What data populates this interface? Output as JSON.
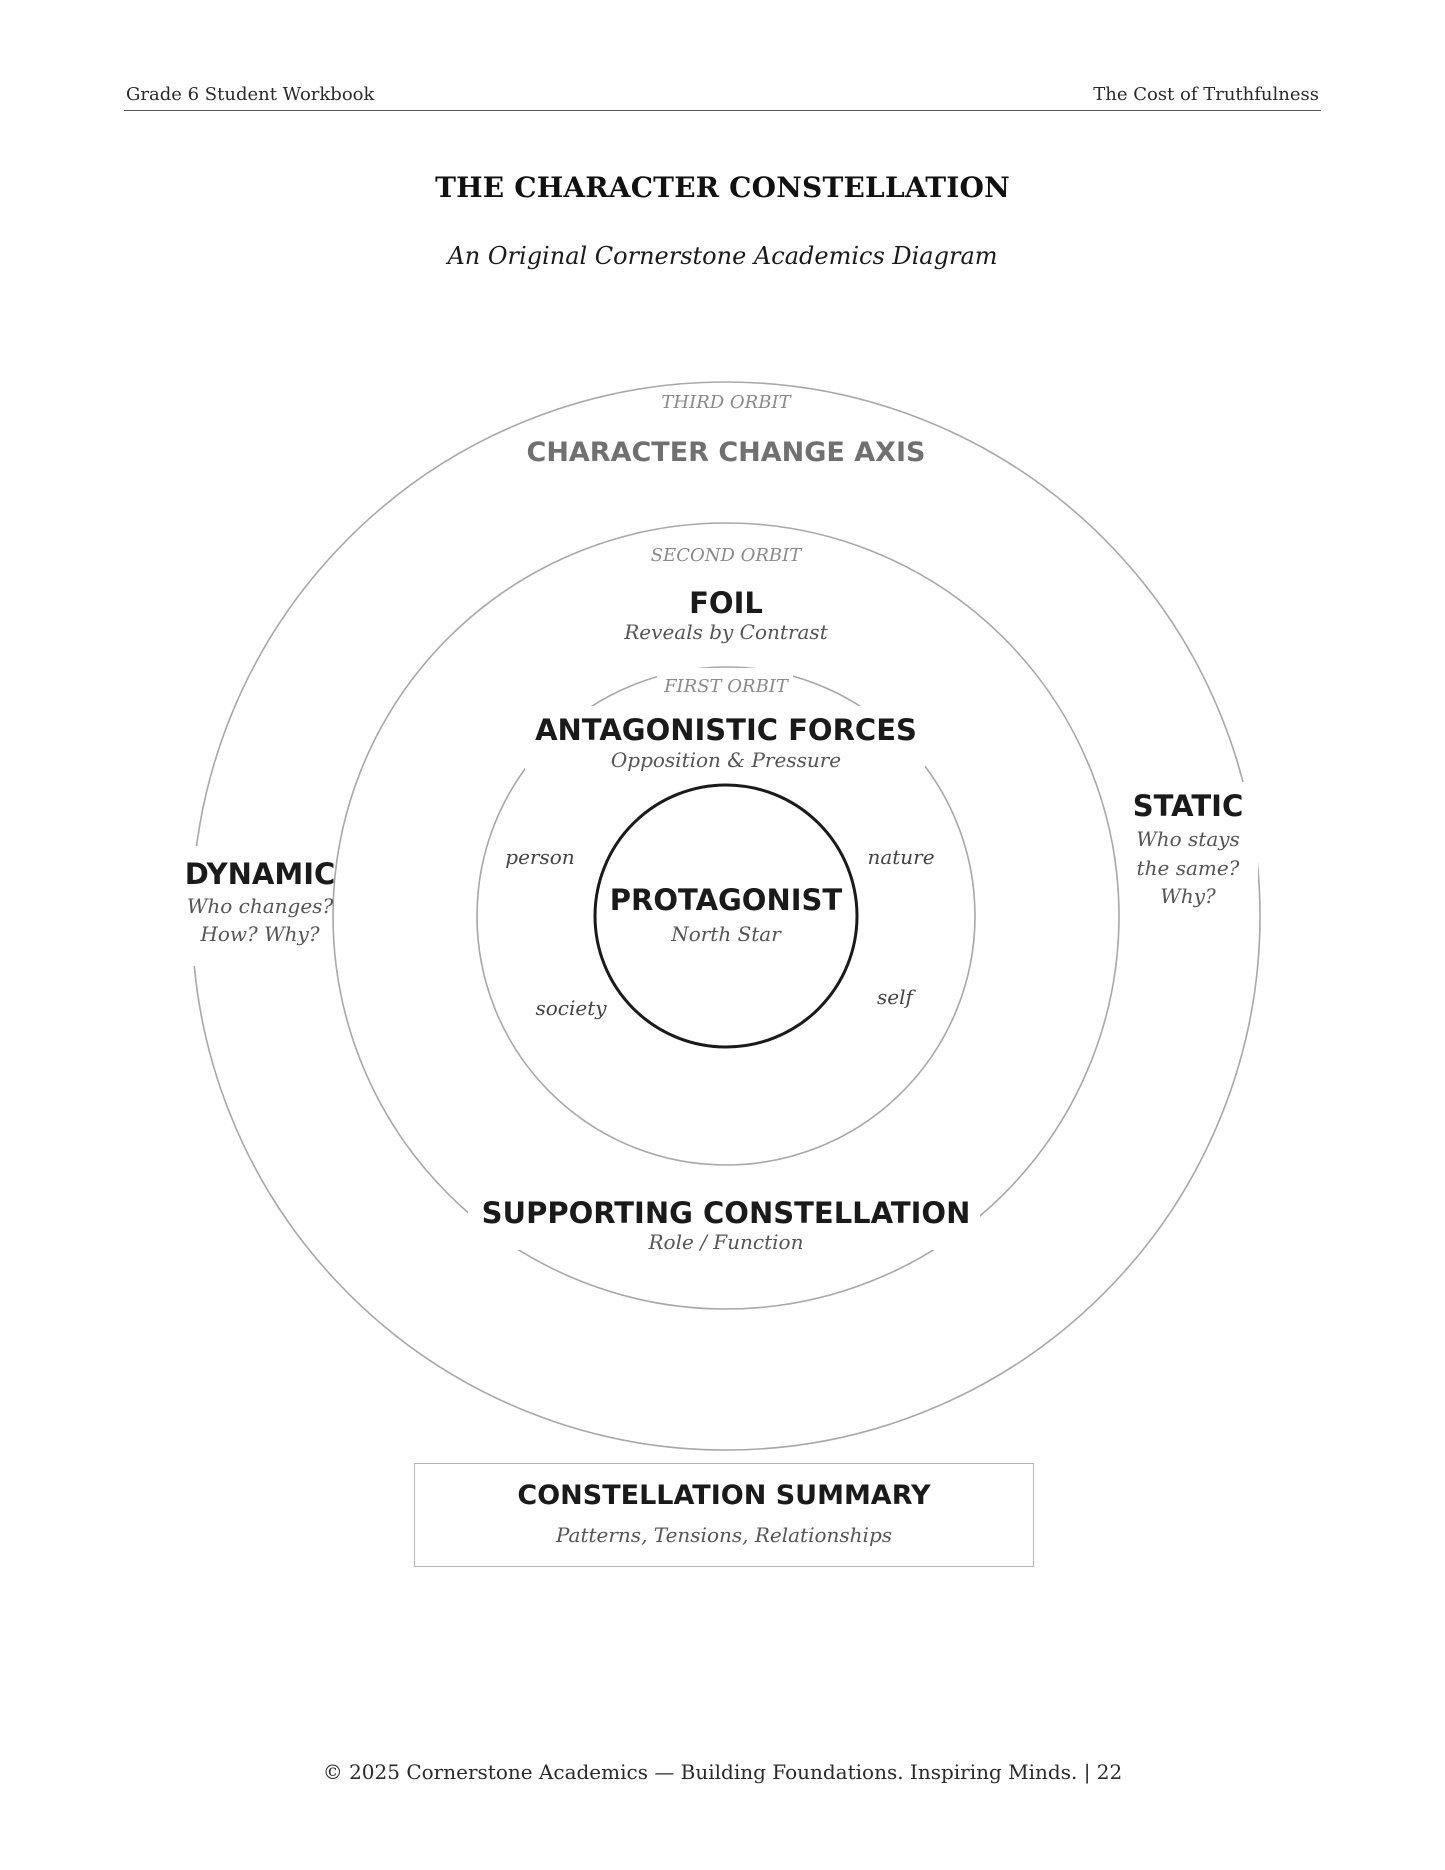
{
  "header": {
    "left": "Grade 6 Student Workbook",
    "right": "The Cost of Truthfulness"
  },
  "title": "THE CHARACTER CONSTELLATION",
  "subtitle": "An Original Cornerstone Academics Diagram",
  "diagram": {
    "third_orbit": {
      "tag": "THIRD ORBIT",
      "label": "CHARACTER CHANGE AXIS"
    },
    "second_orbit": {
      "tag": "SECOND ORBIT",
      "label": "FOIL",
      "sub": "Reveals by Contrast"
    },
    "first_orbit": {
      "tag": "FIRST ORBIT",
      "label": "ANTAGONISTIC FORCES",
      "sub": "Opposition & Pressure"
    },
    "center": {
      "label": "PROTAGONIST",
      "sub": "North Star"
    },
    "forces": {
      "person": "person",
      "nature": "nature",
      "society": "society",
      "self": "self"
    },
    "supporting": {
      "label": "SUPPORTING CONSTELLATION",
      "sub": "Role / Function"
    },
    "dynamic": {
      "label": "DYNAMIC",
      "line1": "Who changes?",
      "line2": "How? Why?"
    },
    "static": {
      "label": "STATIC",
      "line1": "Who stays",
      "line2": "the same?",
      "line3": "Why?"
    }
  },
  "summary": {
    "title": "CONSTELLATION SUMMARY",
    "sub": "Patterns, Tensions, Relationships"
  },
  "footer": "© 2025 Cornerstone Academics — Building Foundations. Inspiring Minds. | 22"
}
